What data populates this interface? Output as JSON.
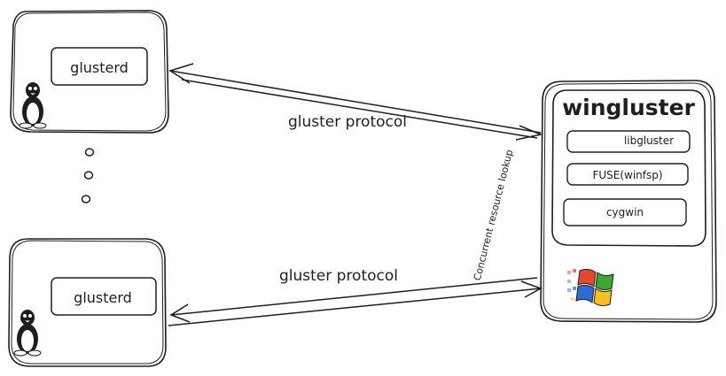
{
  "colors": {
    "stroke": "#1e1e1e",
    "background": "#ffffff",
    "win_red": "#e8462e",
    "win_green": "#3fa535",
    "win_blue": "#2b6cd4",
    "win_yellow": "#f6c021",
    "tux_beak": "#1e1e1e"
  },
  "servers": [
    {
      "icon": "tux-icon",
      "daemon_label": "glusterd"
    },
    {
      "icon": "tux-icon",
      "daemon_label": "glusterd"
    }
  ],
  "ellipsis_dots": 3,
  "client": {
    "title": "wingluster",
    "components": [
      "libgluster",
      "FUSE(winfsp)",
      "cygwin"
    ],
    "os_icon": "windows-logo-icon"
  },
  "arrows": {
    "top_label": "gluster protocol",
    "bottom_label": "gluster protocol",
    "diagonal_label": "Concurrent resource lookup"
  }
}
